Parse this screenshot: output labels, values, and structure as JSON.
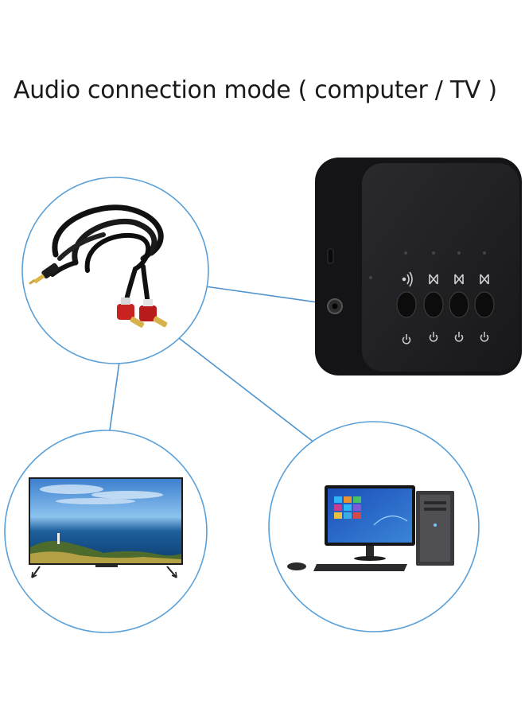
{
  "heading": "Audio connection mode ( computer / TV )",
  "colors": {
    "accent_circle": "#5aa0d8",
    "connector_line": "#4f93cc",
    "device_body": "#1b1b1d",
    "device_face": "#232326"
  },
  "icons": {
    "cable": "rca-to-3.5mm-cable",
    "device": "bluetooth-transmitter-box",
    "tv": "television-icon",
    "computer": "desktop-computer-icon"
  }
}
